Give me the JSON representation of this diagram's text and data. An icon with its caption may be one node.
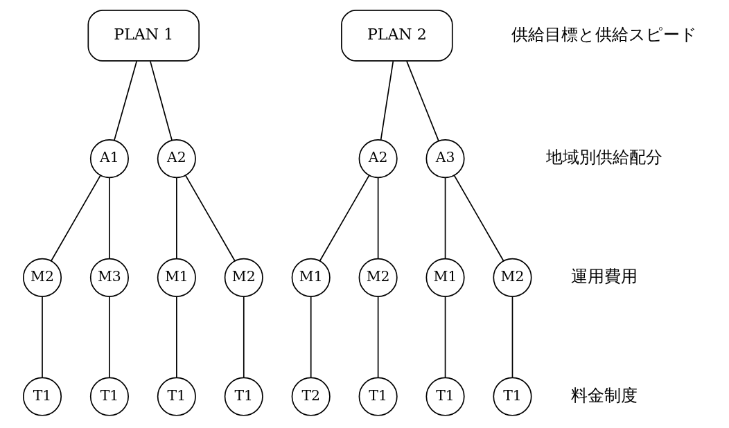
{
  "diagram": {
    "nodes": [
      {
        "text": [
          "PLAN 1"
        ]
      },
      {
        "text": [
          "A1"
        ]
      },
      {
        "text": [
          "A2"
        ]
      },
      {
        "text": [
          "M2"
        ]
      },
      {
        "text": [
          "M3"
        ]
      },
      {
        "text": [
          "M1"
        ]
      },
      {
        "text": [
          "M2"
        ]
      },
      {
        "text": [
          "T1"
        ]
      },
      {
        "text": [
          "T1"
        ]
      },
      {
        "text": [
          "T1"
        ]
      },
      {
        "text": [
          "T1"
        ]
      },
      {
        "text": [
          "PLAN 2"
        ]
      },
      {
        "text": [
          "A2"
        ]
      },
      {
        "text": [
          "A3"
        ]
      },
      {
        "text": [
          "M1"
        ]
      },
      {
        "text": [
          "M2"
        ]
      },
      {
        "text": [
          "M1"
        ]
      },
      {
        "text": [
          "M2"
        ]
      },
      {
        "text": [
          "T2"
        ]
      },
      {
        "text": [
          "T1"
        ]
      },
      {
        "text": [
          "T1"
        ]
      },
      {
        "text": [
          "T1"
        ]
      }
    ],
    "edges": [
      {
        "from": 0,
        "to": 1,
        "arrow": "none"
      },
      {
        "from": 0,
        "to": 2,
        "arrow": "none"
      },
      {
        "from": 1,
        "to": 3,
        "arrow": "none"
      },
      {
        "from": 1,
        "to": 4,
        "arrow": "none"
      },
      {
        "from": 2,
        "to": 5,
        "arrow": "none"
      },
      {
        "from": 2,
        "to": 6,
        "arrow": "none"
      },
      {
        "from": 3,
        "to": 7,
        "arrow": "none"
      },
      {
        "from": 4,
        "to": 8,
        "arrow": "none"
      },
      {
        "from": 5,
        "to": 9,
        "arrow": "none"
      },
      {
        "from": 6,
        "to": 10,
        "arrow": "none"
      },
      {
        "from": 11,
        "to": 12,
        "arrow": "none"
      },
      {
        "from": 11,
        "to": 13,
        "arrow": "none"
      },
      {
        "from": 12,
        "to": 14,
        "arrow": "none"
      },
      {
        "from": 12,
        "to": 15,
        "arrow": "none"
      },
      {
        "from": 13,
        "to": 16,
        "arrow": "none"
      },
      {
        "from": 13,
        "to": 17,
        "arrow": "none"
      },
      {
        "from": 14,
        "to": 18,
        "arrow": "none"
      },
      {
        "from": 15,
        "to": 19,
        "arrow": "none"
      },
      {
        "from": 16,
        "to": 20,
        "arrow": "none"
      },
      {
        "from": 17,
        "to": 21,
        "arrow": "none"
      }
    ],
    "labels": [
      "供給目標と供給スピード",
      "地域別供給配分",
      "運用費用",
      "料金制度"
    ]
  }
}
